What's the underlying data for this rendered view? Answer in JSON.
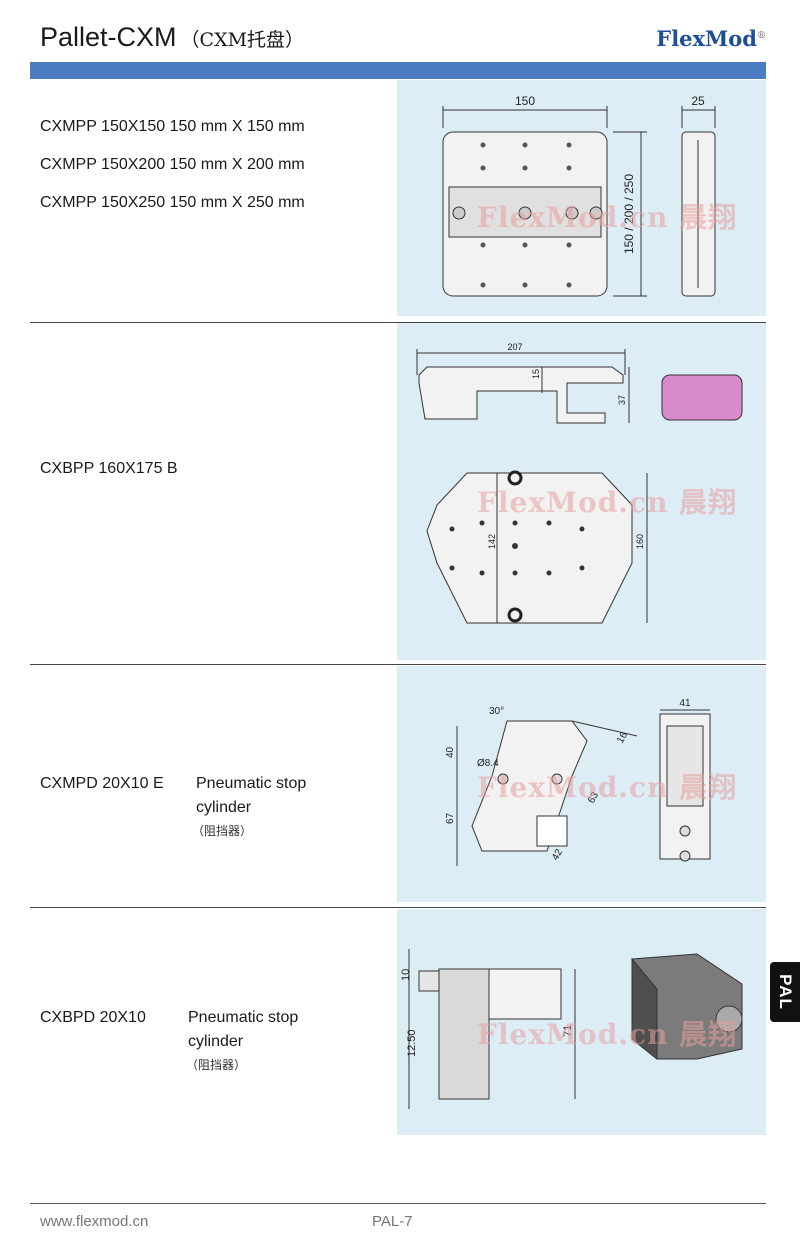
{
  "header": {
    "title": "Pallet-CXM",
    "title_cn": "（CXM托盘）",
    "logo": "FlexMod",
    "logo_mark": "®"
  },
  "colors": {
    "band": "#4a7cc0",
    "panel": "#dcedf5",
    "logo": "#1d4e9a"
  },
  "watermark": "FlexMod.cn 晨翔",
  "sections": [
    {
      "items": [
        {
          "model": "CXMPP 150X150",
          "desc": "150 mm X 150 mm"
        },
        {
          "model": "CXMPP 150X200",
          "desc": "150 mm X 200 mm"
        },
        {
          "model": "CXMPP 150X250",
          "desc": "150 mm X 250 mm"
        }
      ],
      "dims": {
        "width": "150",
        "side": "25",
        "height": "150 / 200 / 250"
      }
    },
    {
      "model": "CXBPP 160X175 B",
      "dims": {
        "length": "207",
        "h1": "15",
        "h2": "37",
        "inner": "142",
        "outer": "160"
      }
    },
    {
      "model": "CXMPD 20X10 E",
      "desc": "Pneumatic stop",
      "desc2": "cylinder",
      "cn": "（阻挡器）",
      "dims": {
        "angle": "30°",
        "a": "40",
        "dia": "Ø8.4",
        "b": "67",
        "c": "16",
        "d": "63",
        "e": "42",
        "w": "41"
      }
    },
    {
      "model": "CXBPD 20X10",
      "desc": "Pneumatic stop",
      "desc2": "cylinder",
      "cn": "（阻挡器）",
      "dims": {
        "a": "10",
        "b": "12.50",
        "c": "71"
      }
    }
  ],
  "tab": "PAL",
  "footer": {
    "url": "www.flexmod.cn",
    "page": "PAL-7"
  }
}
